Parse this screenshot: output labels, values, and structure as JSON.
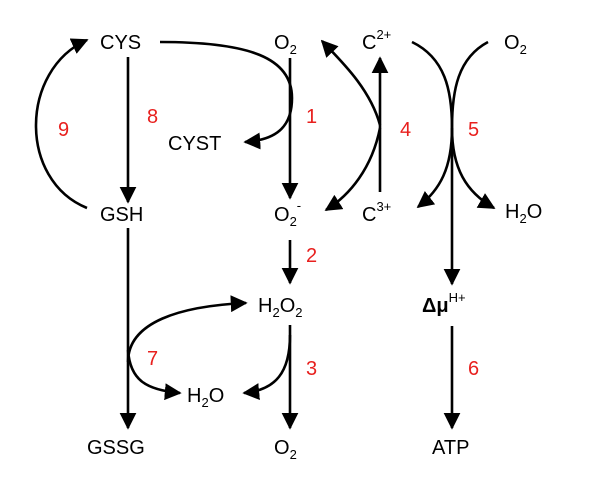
{
  "nodes": {
    "cys": {
      "base": "CYS"
    },
    "cyst": {
      "base": "CYST"
    },
    "gsh": {
      "base": "GSH"
    },
    "gssg": {
      "base": "GSSG"
    },
    "o2_top": {
      "base": "O",
      "sub": "2"
    },
    "superoxide": {
      "base": "O",
      "sub": "2",
      "sup": "-"
    },
    "h2o2": {
      "pre": "H",
      "sub1": "2",
      "mid": "O",
      "sub2": "2"
    },
    "h2o_mid": {
      "pre": "H",
      "sub": "2",
      "post": "O"
    },
    "o2_bottom": {
      "base": "O",
      "sub": "2"
    },
    "c2": {
      "base": "C",
      "sup": "2+"
    },
    "c3": {
      "base": "C",
      "sup": "3+"
    },
    "o2_right": {
      "base": "O",
      "sub": "2"
    },
    "h2o_right": {
      "pre": "H",
      "sub": "2",
      "post": "O"
    },
    "delta_mu": {
      "base": "Δμ",
      "sup": "H+"
    },
    "atp": {
      "base": "ATP"
    }
  },
  "step_labels": [
    "1",
    "2",
    "3",
    "4",
    "5",
    "6",
    "7",
    "8",
    "9"
  ],
  "colors": {
    "node_text": "#000000",
    "step_label": "#e8201e",
    "arrow": "#000000"
  }
}
